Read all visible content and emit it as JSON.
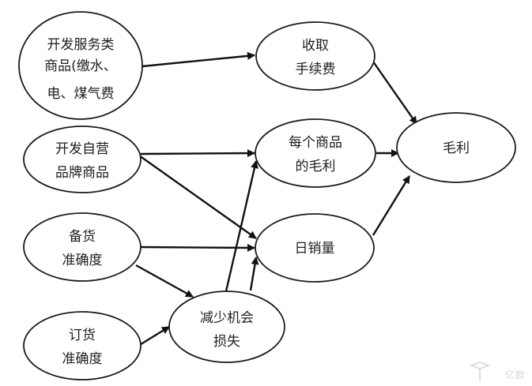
{
  "nodes": {
    "service_products": {
      "lines": [
        "开发服务类",
        "商品(缴水、",
        "电、煤气费"
      ]
    },
    "own_brand": {
      "lines": [
        "开发自营",
        "品牌商品"
      ]
    },
    "stock_accuracy": {
      "lines": [
        "备货",
        "准确度"
      ]
    },
    "order_accuracy": {
      "lines": [
        "订货",
        "准确度"
      ]
    },
    "commission": {
      "lines": [
        "收取",
        "手续费"
      ]
    },
    "unit_margin": {
      "lines": [
        "每个商品",
        "的毛利"
      ]
    },
    "daily_sales": {
      "lines": [
        "日销量"
      ]
    },
    "opportunity_loss": {
      "lines": [
        "减少机会",
        "损失"
      ]
    },
    "gross_profit": {
      "lines": [
        "毛利"
      ]
    }
  },
  "watermark": {
    "text": "亿欧",
    "color": "#d6d6d6"
  }
}
